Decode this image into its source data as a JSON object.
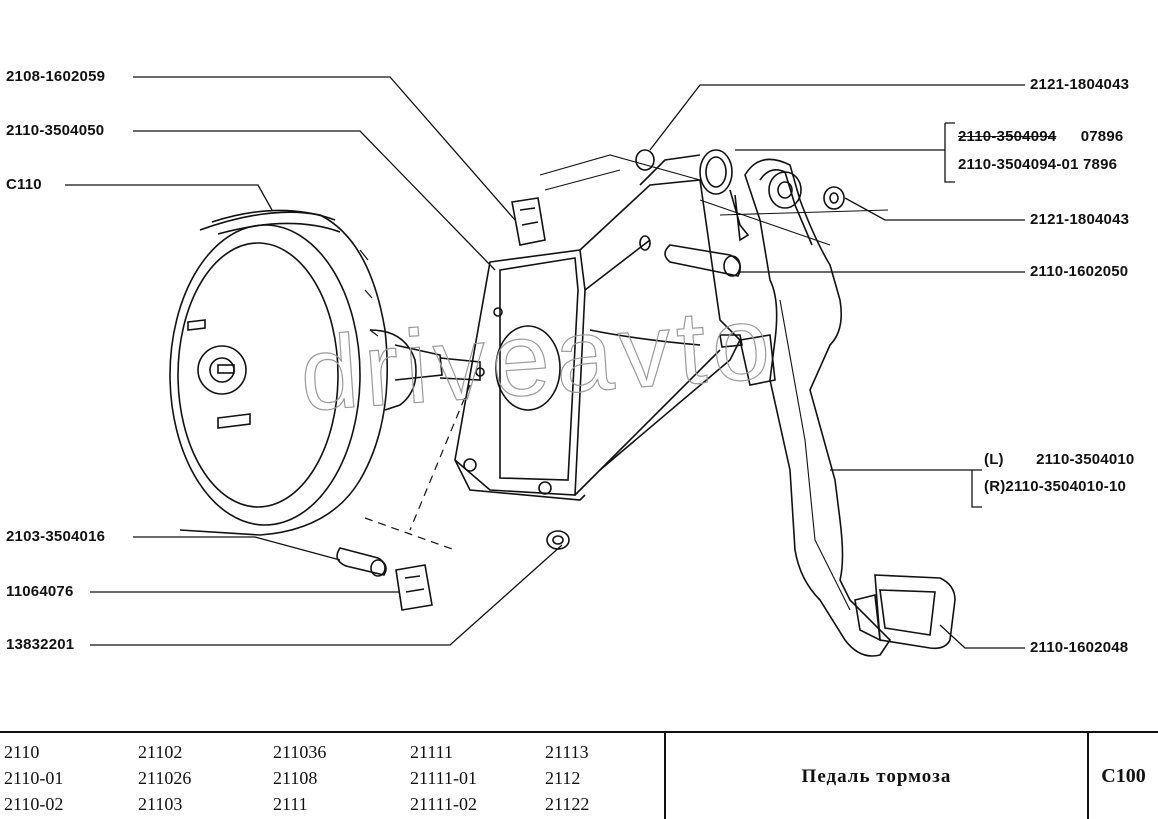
{
  "watermark": "driveavto",
  "labels": {
    "l1": "2108-1602059",
    "l2": "2110-3504050",
    "l3": "С110",
    "l4": "2103-3504016",
    "l5": "11064076",
    "l6": "13832201",
    "r1": "2121-1804043",
    "r2a": "2110-3504094",
    "r2a_suffix": "07896",
    "r2b": "2110-3504094-01  7896",
    "r3": "2121-1804043",
    "r4": "2110-1602050",
    "r5a_prefix": "(L)",
    "r5a": "2110-3504010",
    "r5b": "(R)2110-3504010-10",
    "r6": "2110-1602048"
  },
  "footer": {
    "models": [
      [
        "2110",
        "2110-01",
        "2110-02"
      ],
      [
        "21102",
        "211026",
        "21103"
      ],
      [
        "211036",
        "21108",
        "2111"
      ],
      [
        "21111",
        "21111-01",
        "21111-02"
      ],
      [
        "21113",
        "2112",
        "21122"
      ]
    ],
    "title": "Педаль тормоза",
    "code": "С100"
  }
}
